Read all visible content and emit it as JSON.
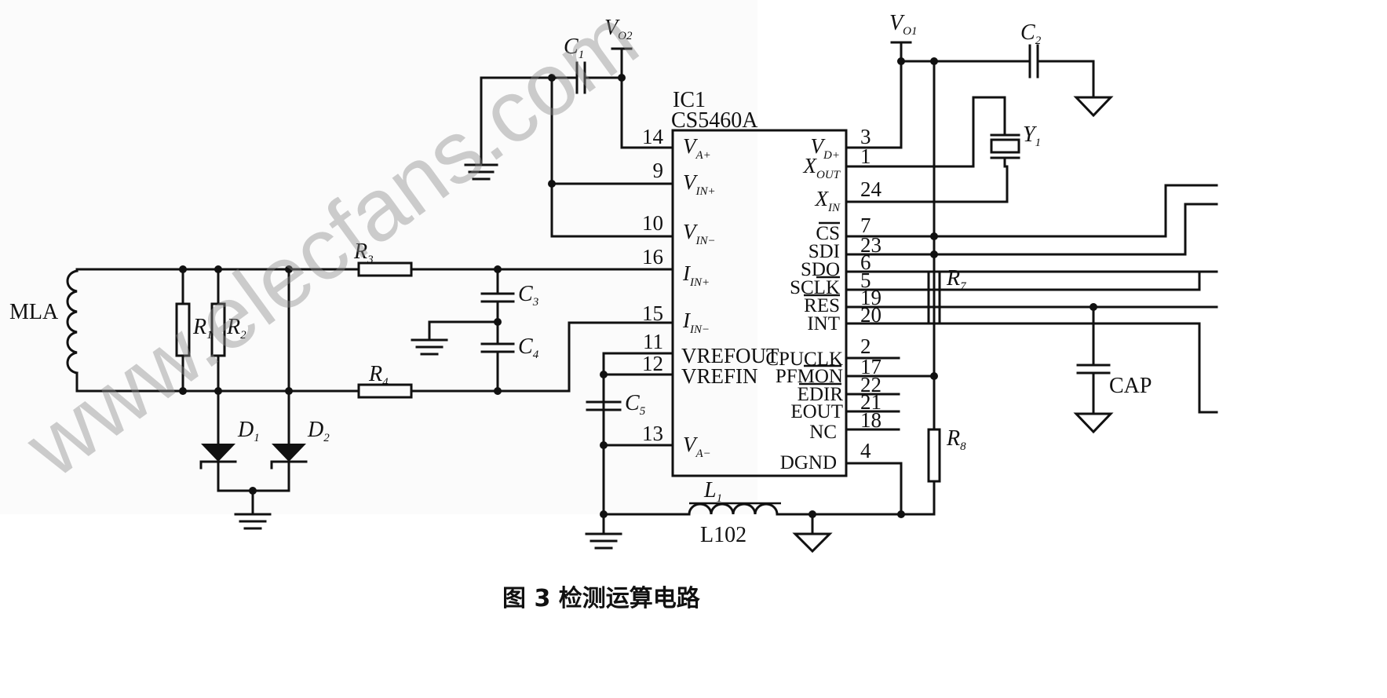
{
  "ic": {
    "ref": "IC1",
    "part": "CS5460A",
    "left_pins": [
      {
        "num": "14",
        "name": "V",
        "sub": "A+"
      },
      {
        "num": "9",
        "name": "V",
        "sub": "IN+"
      },
      {
        "num": "10",
        "name": "V",
        "sub": "IN−"
      },
      {
        "num": "16",
        "name": "I",
        "sub": "IN+"
      },
      {
        "num": "15",
        "name": "I",
        "sub": "IN−"
      },
      {
        "num": "11",
        "name": "VREFOUT",
        "sub": ""
      },
      {
        "num": "12",
        "name": "VREFIN",
        "sub": ""
      },
      {
        "num": "13",
        "name": "V",
        "sub": "A−"
      }
    ],
    "right_pins": [
      {
        "num": "3",
        "name": "V",
        "sub": "D+"
      },
      {
        "num": "1",
        "name": "X",
        "sub": "OUT"
      },
      {
        "num": "24",
        "name": "X",
        "sub": "IN"
      },
      {
        "num": "7",
        "name": "CS",
        "sub": ""
      },
      {
        "num": "23",
        "name": "SDI",
        "sub": ""
      },
      {
        "num": "6",
        "name": "SDO",
        "sub": ""
      },
      {
        "num": "5",
        "name": "SCLK",
        "sub": ""
      },
      {
        "num": "19",
        "name": "RES",
        "sub": ""
      },
      {
        "num": "20",
        "name": "INT",
        "sub": ""
      },
      {
        "num": "2",
        "name": "CPUCLK",
        "sub": ""
      },
      {
        "num": "17",
        "name": "PFMON",
        "sub": ""
      },
      {
        "num": "22",
        "name": "EDIR",
        "sub": ""
      },
      {
        "num": "21",
        "name": "EOUT",
        "sub": ""
      },
      {
        "num": "18",
        "name": "NC",
        "sub": ""
      },
      {
        "num": "4",
        "name": "DGND",
        "sub": ""
      }
    ]
  },
  "components": {
    "C1": {
      "name": "C",
      "sub": "1"
    },
    "C2": {
      "name": "C",
      "sub": "2"
    },
    "C3": {
      "name": "C",
      "sub": "3"
    },
    "C4": {
      "name": "C",
      "sub": "4"
    },
    "C5": {
      "name": "C",
      "sub": "5"
    },
    "R1": {
      "name": "R",
      "sub": "1"
    },
    "R2": {
      "name": "R",
      "sub": "2"
    },
    "R3": {
      "name": "R",
      "sub": "3"
    },
    "R4": {
      "name": "R",
      "sub": "4"
    },
    "R7": {
      "name": "R",
      "sub": "7"
    },
    "R8": {
      "name": "R",
      "sub": "8"
    },
    "D1": {
      "name": "D",
      "sub": "1"
    },
    "D2": {
      "name": "D",
      "sub": "2"
    },
    "Y1": {
      "name": "Y",
      "sub": "1"
    },
    "L1": {
      "name": "L",
      "sub": "1",
      "value": "L102"
    },
    "VO1": {
      "name": "V",
      "sub": "O1"
    },
    "VO2": {
      "name": "V",
      "sub": "O2"
    },
    "MLA": "MLA",
    "CAP": "CAP"
  },
  "watermark": "www.elecfans.com",
  "caption": "图 3    检测运算电路"
}
